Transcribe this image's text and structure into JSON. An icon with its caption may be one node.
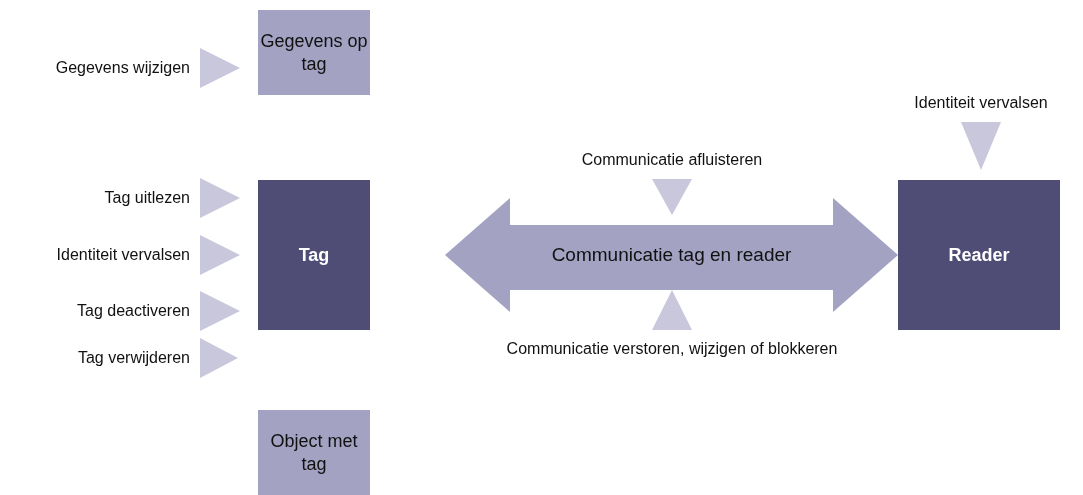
{
  "diagram": {
    "nodes": [
      {
        "text": [
          "Gegevens wijzigen"
        ]
      },
      {
        "text": [
          "Gegevens op tag"
        ]
      },
      {
        "text": [
          "Identiteit vervalsen"
        ]
      },
      {
        "text": [
          "Communicatie afluisteren"
        ]
      },
      {
        "text": [
          "Tag uitlezen"
        ]
      },
      {
        "text": [
          "Tag"
        ]
      },
      {
        "text": [
          "Communicatie tag en reader"
        ]
      },
      {
        "text": [
          "Reader"
        ]
      },
      {
        "text": [
          "Identiteit vervalsen"
        ]
      },
      {
        "text": [
          "Tag deactiveren"
        ]
      },
      {
        "text": [
          "Tag verwijderen"
        ]
      },
      {
        "text": [
          "Communicatie verstoren, wijzigen of blokkeren"
        ]
      },
      {
        "text": [
          "Object met tag"
        ]
      }
    ],
    "edges": [
      {
        "from": 0,
        "to": 1,
        "arrow": "to"
      },
      {
        "from": 2,
        "to": 7,
        "arrow": "to"
      },
      {
        "from": 3,
        "to": 6,
        "arrow": "to"
      },
      {
        "from": 4,
        "to": 5,
        "arrow": "to"
      },
      {
        "from": 8,
        "to": 5,
        "arrow": "to"
      },
      {
        "from": 9,
        "to": 5,
        "arrow": "to"
      },
      {
        "from": 10,
        "to": null,
        "arrow": "to"
      },
      {
        "from": 11,
        "to": 6,
        "arrow": "to"
      }
    ]
  }
}
